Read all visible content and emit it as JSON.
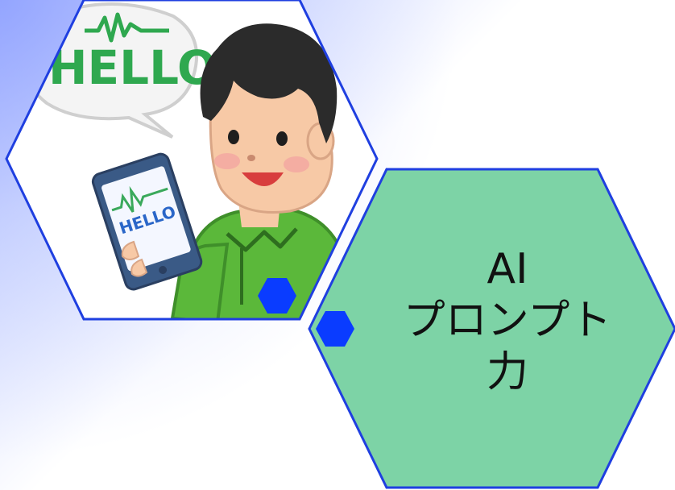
{
  "card": {
    "lines": [
      "AI",
      "プロンプト",
      "力"
    ]
  },
  "illustration": {
    "speech_bubble_text": "HELLO",
    "phone_screen_text": "HELLO"
  },
  "colors": {
    "background_top_left": "#a9b7ff",
    "background": "#ffffff",
    "hex_border": "#1f3fe0",
    "hex_fill_green": "#7dd3a6",
    "marker_blue": "#0a3cff",
    "shirt_green": "#5bb83a",
    "skin": "#f7c9a6",
    "hair": "#2b2b2b"
  }
}
